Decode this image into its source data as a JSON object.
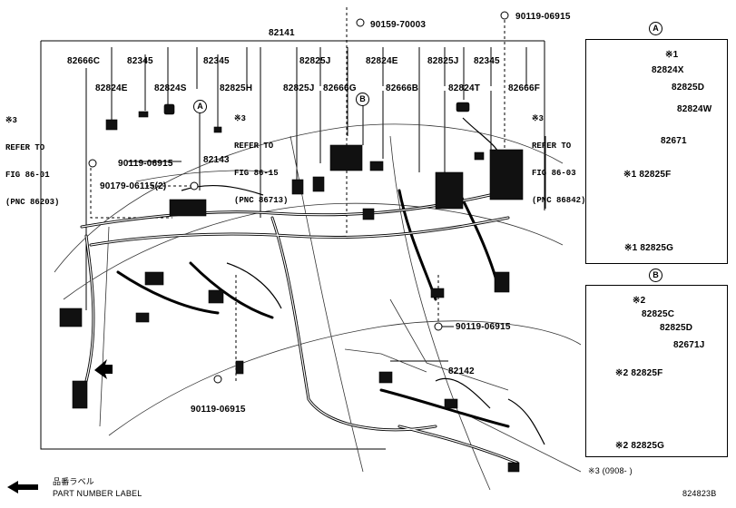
{
  "main_assembly": "82141",
  "labels": {
    "l82666C": "82666C",
    "l82345a": "82345",
    "l82345b": "82345",
    "l82345c": "82345",
    "l82824E_a": "82824E",
    "l82824S": "82824S",
    "l82825H": "82825H",
    "l82825J_a": "82825J",
    "l82825J_b": "82825J",
    "l82825J_c": "82825J",
    "l82666G": "82666G",
    "l82824E_b": "82824E",
    "l82666B": "82666B",
    "l82824T": "82824T",
    "l82666F": "82666F",
    "l82143": "82143",
    "l82142": "82142",
    "b90159": "90159-70003",
    "b90119_top": "90119-06915",
    "b90119_left": "90119-06915",
    "b90179": "90179-06115(2)",
    "b90119_right": "90119-06915",
    "b90119_bottom": "90119-06915"
  },
  "refs": {
    "ref1": {
      "mark": "※3",
      "line1": "REFER TO",
      "line2": "FIG 86-01",
      "line3": "(PNC 86203)"
    },
    "ref2": {
      "mark": "※3",
      "line1": "REFER TO",
      "line2": "FIG 86-15",
      "line3": "(PNC 86713)"
    },
    "ref3": {
      "mark": "※3",
      "line1": "REFER TO",
      "line2": "FIG 86-03",
      "line3": "(PNC 86842)"
    }
  },
  "markers": {
    "a": "A",
    "b": "B"
  },
  "panel_a": {
    "marker": "A",
    "items": [
      {
        "text": "※1"
      },
      {
        "text": "82824X"
      },
      {
        "text": "82825D"
      },
      {
        "text": "82824W"
      },
      {
        "text": "82671"
      }
    ],
    "block_top": "※1 82825F",
    "block_bottom": "※1 82825G"
  },
  "panel_b": {
    "marker": "B",
    "items": [
      {
        "text": "※2"
      },
      {
        "text": "82825C"
      },
      {
        "text": "82825D"
      },
      {
        "text": "82671J"
      }
    ],
    "block_top": "※2 82825F",
    "block_bottom": "※2 82825G"
  },
  "footer": {
    "jp_label": "品番ラベル",
    "en_label": "PART NUMBER LABEL",
    "note": "※3 (0908-      )",
    "figure_id": "824823B"
  }
}
